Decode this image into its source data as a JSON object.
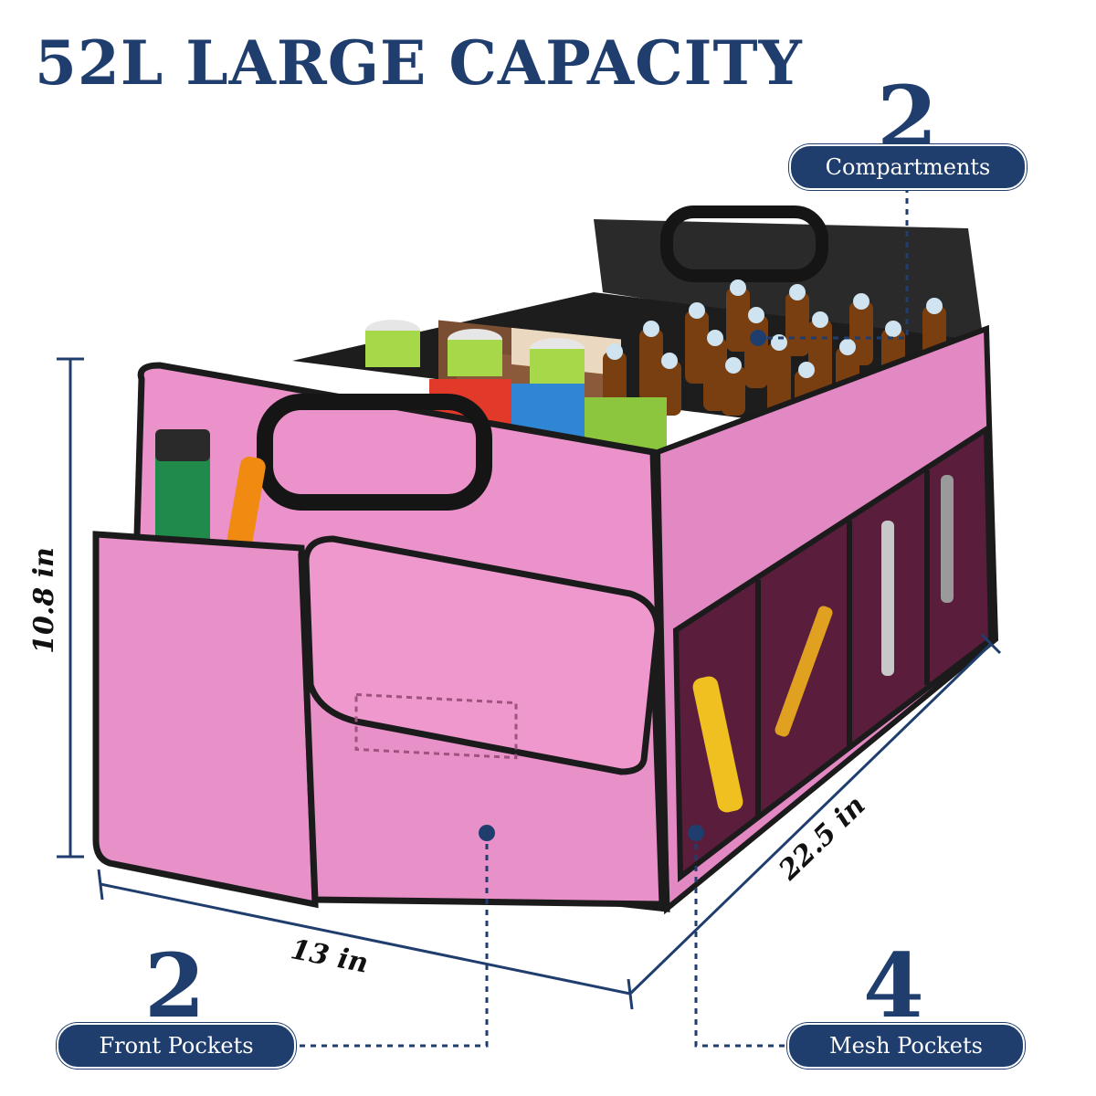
{
  "headline": "52L LARGE CAPACITY",
  "callouts": {
    "compartments": {
      "count": "2",
      "label": "Compartments"
    },
    "front_pockets": {
      "count": "2",
      "label": "Front Pockets"
    },
    "mesh_pockets": {
      "count": "4",
      "label": "Mesh Pockets"
    }
  },
  "dimensions": {
    "height": "10.8 in",
    "depth": "13 in",
    "length": "22.5 in"
  },
  "colors": {
    "navy": "#1f3e6e",
    "pink": "#e88fc8",
    "pink_dark": "#c86aa8",
    "trim": "#1b1b1b"
  }
}
